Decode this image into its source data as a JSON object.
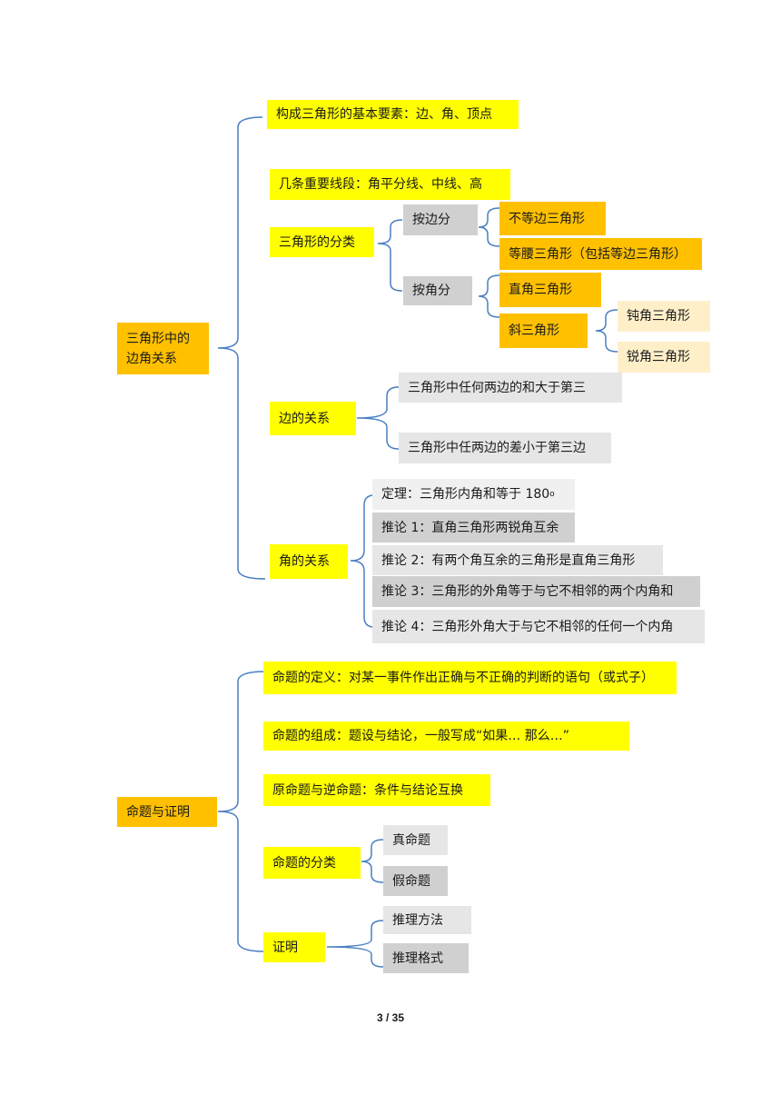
{
  "section1": {
    "root": "三角形中的边角关系",
    "elements": "构成三角形的基本要素：边、角、顶点",
    "segments": "几条重要线段：角平分线、中线、高",
    "classification": {
      "label": "三角形的分类",
      "by_side": {
        "label": "按边分",
        "items": [
          "不等边三角形",
          "等腰三角形（包括等边三角形）"
        ]
      },
      "by_angle": {
        "label": "按角分",
        "right": "直角三角形",
        "oblique": {
          "label": "斜三角形",
          "items": [
            "钝角三角形",
            "锐角三角形"
          ]
        }
      }
    },
    "sides": {
      "label": "边的关系",
      "items": [
        "三角形中任何两边的和大于第三",
        "三角形中任两边的差小于第三边"
      ]
    },
    "angles": {
      "label": "角的关系",
      "theorem": "定理：三角形内角和等于 180",
      "theorem_sup": "o",
      "items": [
        "推论 1：直角三角形两锐角互余",
        "推论 2：有两个角互余的三角形是直角三角形",
        "推论 3：三角形的外角等于与它不相邻的两个内角和",
        "推论 4：三角形外角大于与它不相邻的任何一个内角"
      ]
    }
  },
  "section2": {
    "root": "命题与证明",
    "definition": "命题的定义：对某一事件作出正确与不正确的判断的语句（或式子）",
    "composition": "命题的组成：题设与结论，一般写成“如果…  那么…”",
    "converse": "原命题与逆命题：条件与结论互换",
    "classification": {
      "label": "命题的分类",
      "items": [
        "真命题",
        "假命题"
      ]
    },
    "proof": {
      "label": "证明",
      "items": [
        "推理方法",
        "推理格式"
      ]
    }
  },
  "footer": {
    "page": "3  /  35"
  }
}
